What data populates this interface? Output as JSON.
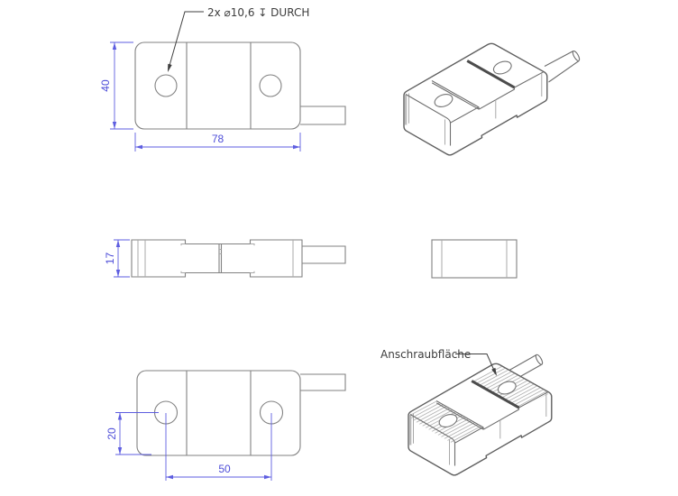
{
  "drawing": {
    "type": "technical-drawing",
    "callouts": {
      "hole_callout": "2x ⌀10,6 ↧ DURCH",
      "mounting_surface": "Anschraubfläche"
    },
    "dimensions": {
      "top_width": "78",
      "top_height": "40",
      "side_height": "17",
      "hole_edge_offset": "20",
      "hole_spacing": "50"
    },
    "colors": {
      "dimension_blue": "#4d4dd8",
      "edge_gray": "#828282",
      "annotation_dark": "#3d3d3d",
      "background": "#ffffff"
    }
  }
}
